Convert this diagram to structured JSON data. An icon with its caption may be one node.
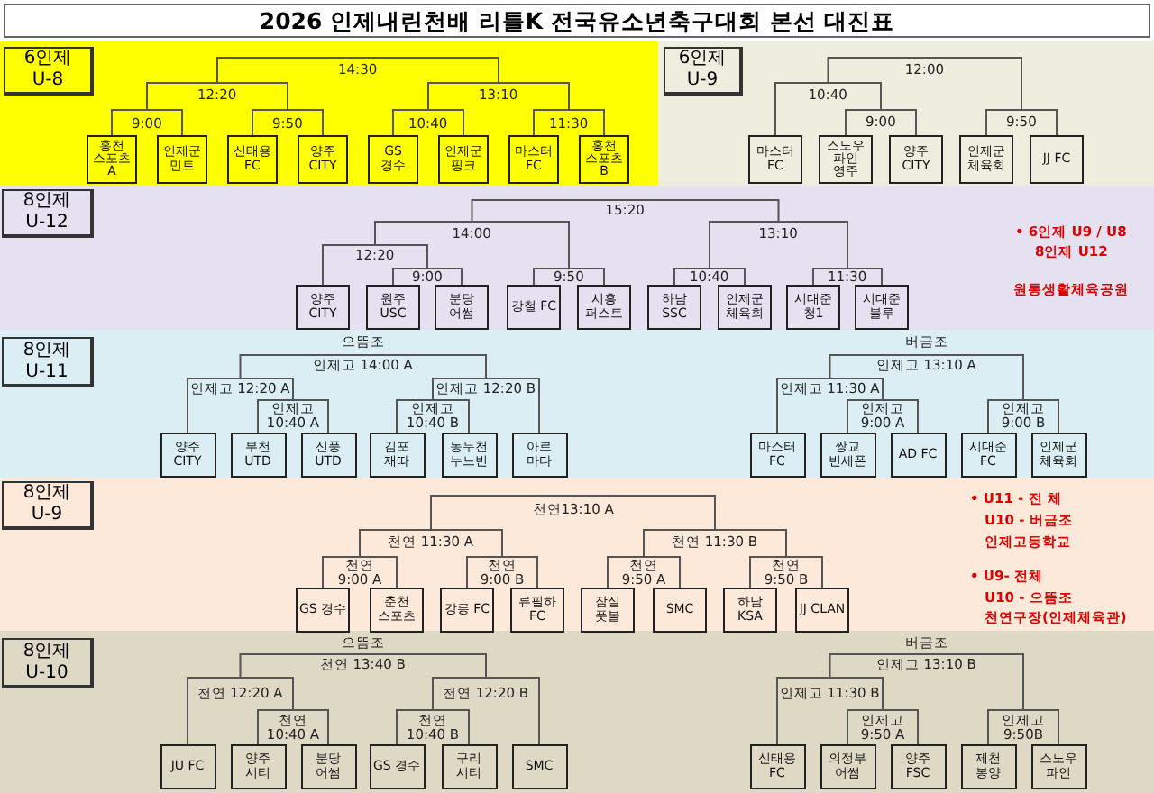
{
  "diagram": {
    "title": "2026 인제내린천배 리틀K 전국유소년축구대회 본선 대진표",
    "nodes": [
      {
        "text": [
          "6인제 U-8"
        ]
      },
      {
        "text": [
          "홍천 스포츠 A"
        ],
        "in": 0
      },
      {
        "text": [
          "인제군 민트"
        ],
        "in": 0
      },
      {
        "text": [
          "신태용 FC"
        ],
        "in": 0
      },
      {
        "text": [
          "양주 CITY"
        ],
        "in": 0
      },
      {
        "text": [
          "GS 경수"
        ],
        "in": 0
      },
      {
        "text": [
          "인제군 핑크"
        ],
        "in": 0
      },
      {
        "text": [
          "마스터 FC"
        ],
        "in": 0
      },
      {
        "text": [
          "홍천 스포츠 B"
        ],
        "in": 0
      },
      {
        "text": [
          "6인제 U-9"
        ]
      },
      {
        "text": [
          "마스터 FC"
        ],
        "in": 9
      },
      {
        "text": [
          "스노우 파인 영주"
        ],
        "in": 9
      },
      {
        "text": [
          "양주 CITY"
        ],
        "in": 9
      },
      {
        "text": [
          "인제군 체육회"
        ],
        "in": 9
      },
      {
        "text": [
          "JJ FC"
        ],
        "in": 9
      },
      {
        "text": [
          "8인제 U-12"
        ]
      },
      {
        "text": [
          "양주 CITY"
        ],
        "in": 15
      },
      {
        "text": [
          "원주 USC"
        ],
        "in": 15
      },
      {
        "text": [
          "분당 어썸"
        ],
        "in": 15
      },
      {
        "text": [
          "강철 FC"
        ],
        "in": 15
      },
      {
        "text": [
          "시흥 퍼스트"
        ],
        "in": 15
      },
      {
        "text": [
          "하남 SSC"
        ],
        "in": 15
      },
      {
        "text": [
          "인제군 체육회"
        ],
        "in": 15
      },
      {
        "text": [
          "시대준 청1"
        ],
        "in": 15
      },
      {
        "text": [
          "시대준 블루"
        ],
        "in": 15
      },
      {
        "text": [
          "8인제 U-11"
        ]
      },
      {
        "text": [
          "양주 CITY"
        ],
        "in": 25
      },
      {
        "text": [
          "부천 UTD"
        ],
        "in": 25
      },
      {
        "text": [
          "신풍 UTD"
        ],
        "in": 25
      },
      {
        "text": [
          "김포 재따"
        ],
        "in": 25
      },
      {
        "text": [
          "동두천 누느빈"
        ],
        "in": 25
      },
      {
        "text": [
          "아르 마다"
        ],
        "in": 25
      },
      {
        "text": [
          "마스터 FC"
        ],
        "in": 25
      },
      {
        "text": [
          "쌍교 빈세폰"
        ],
        "in": 25
      },
      {
        "text": [
          "AD FC"
        ],
        "in": 25
      },
      {
        "text": [
          "시대준 FC"
        ],
        "in": 25
      },
      {
        "text": [
          "인제군 체육회"
        ],
        "in": 25
      },
      {
        "text": [
          "8인제 U-9"
        ]
      },
      {
        "text": [
          "GS 경수"
        ],
        "in": 37
      },
      {
        "text": [
          "춘천 스포츠"
        ],
        "in": 37
      },
      {
        "text": [
          "강릉 FC"
        ],
        "in": 37
      },
      {
        "text": [
          "류필하 FC"
        ],
        "in": 37
      },
      {
        "text": [
          "잠실 풋볼"
        ],
        "in": 37
      },
      {
        "text": [
          "SMC"
        ],
        "in": 37
      },
      {
        "text": [
          "하남 KSA"
        ],
        "in": 37
      },
      {
        "text": [
          "JJ CLAN"
        ],
        "in": 37
      },
      {
        "text": [
          "8인제 U-10"
        ]
      },
      {
        "text": [
          "JU FC"
        ],
        "in": 46
      },
      {
        "text": [
          "양주 시티"
        ],
        "in": 46
      },
      {
        "text": [
          "분당 어썸"
        ],
        "in": 46
      },
      {
        "text": [
          "GS 경수"
        ],
        "in": 46
      },
      {
        "text": [
          "구리 시티"
        ],
        "in": 46
      },
      {
        "text": [
          "SMC"
        ],
        "in": 46
      },
      {
        "text": [
          "신태용 FC"
        ],
        "in": 46
      },
      {
        "text": [
          "의정부 어썸"
        ],
        "in": 46
      },
      {
        "text": [
          "양주 FSC"
        ],
        "in": 46
      },
      {
        "text": [
          "제천 봉양"
        ],
        "in": 46
      },
      {
        "text": [
          "스노우 파인"
        ],
        "in": 46
      }
    ],
    "labels": [
      "14:30",
      "12:20",
      "13:10",
      "9:00",
      "9:50",
      "10:40",
      "11:30",
      "12:00",
      "10:40",
      "9:00",
      "9:50",
      "15:20",
      "14:00",
      "13:10",
      "12:20",
      "9:00",
      "9:50",
      "10:40",
      "11:30",
      "• 6인제 U9 / U8",
      "8인제 U12",
      "원통생활체육공원",
      "으뜸조",
      "인제고 14:00 A",
      "인제고 12:20 A",
      "인제고 10:40 A",
      "인제고 12:20 B",
      "인제고 10:40 B",
      "버금조",
      "인제고 13:10 A",
      "인제고 11:30 A",
      "인제고 9:00 A",
      "인제고 9:00 B",
      "천연13:10 A",
      "천연 11:30 A",
      "천연 9:00 A",
      "천연 9:00 B",
      "천연 11:30 B",
      "천연 9:50 A",
      "천연 9:50 B",
      "• U11 - 전 체",
      "U10 - 버금조",
      "인제고등학교",
      "• U9- 전체",
      "U10 - 으뜸조",
      "천연구장(인제체육관)",
      "으뜸조",
      "천연 13:40 B",
      "천연 12:20 A",
      "천연 10:40 A",
      "천연 12:20 B",
      "천연 10:40 B",
      "버금조",
      "인제고 13:10 B",
      "인제고 11:30 B",
      "인제고 9:50 A",
      "인제고 9:50B"
    ]
  }
}
